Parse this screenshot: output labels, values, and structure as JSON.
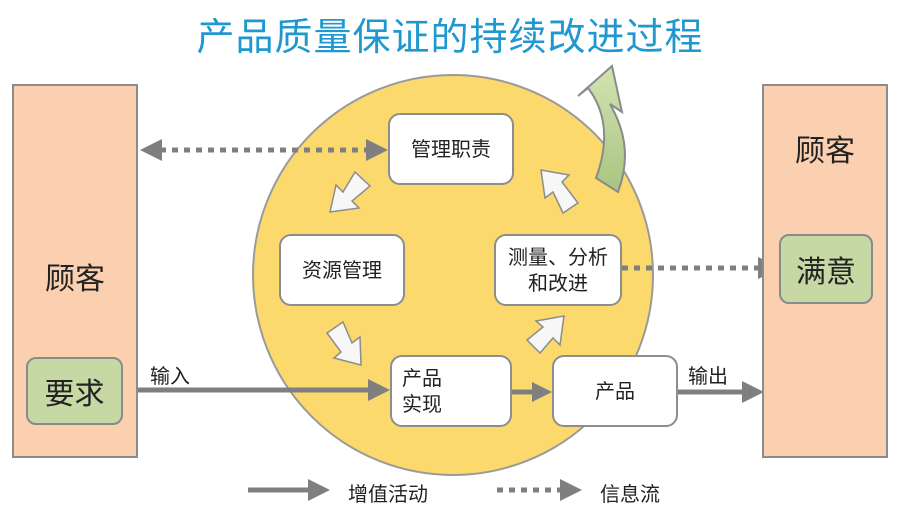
{
  "title": "产品质量保证的持续改进过程",
  "left_customer": {
    "label": "顾客",
    "requirement": "要求"
  },
  "right_customer": {
    "label": "顾客",
    "satisfaction": "满意"
  },
  "processes": {
    "management": "管理职责",
    "resources": "资源管理",
    "measure_line1": "测量、分析",
    "measure_line2": "和改进",
    "realize_line1": "产品",
    "realize_line2": "实现",
    "product": "产品"
  },
  "flow_labels": {
    "input": "输入",
    "output": "输出"
  },
  "legend": {
    "value_activity": "增值活动",
    "info_flow": "信息流"
  },
  "colors": {
    "title": "#1f98cf",
    "customer_panel": "#fbd0b1",
    "circle": "#fcd96d",
    "green_box": "#c6d9a4",
    "arrow_gray": "#7f7f7f"
  }
}
